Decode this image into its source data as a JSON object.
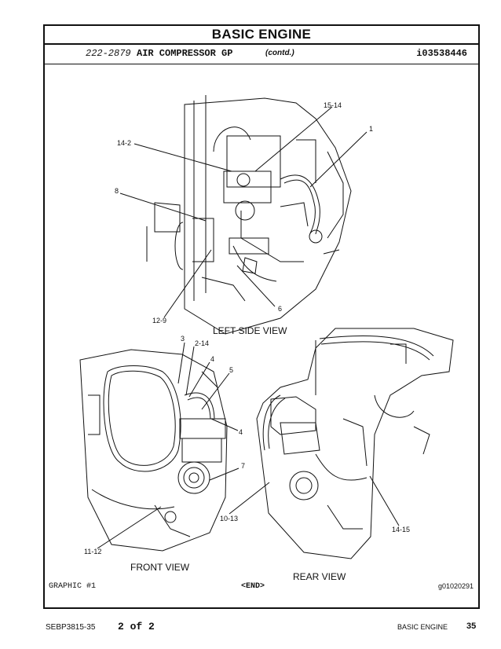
{
  "header": {
    "title": "BASIC ENGINE",
    "part_number": "222-2879",
    "part_name": "AIR COMPRESSOR GP",
    "part_note": "(contd.)",
    "illustration_id": "i03538446"
  },
  "callouts": {
    "c15_14": "15-14",
    "c1": "1",
    "c14_2": "14-2",
    "c8": "8",
    "c6": "6",
    "c12_9": "12-9",
    "c3": "3",
    "c2_14": "2-14",
    "c4a": "4",
    "c5": "5",
    "c4b": "4",
    "c7": "7",
    "c10_13": "10-13",
    "c11_12": "11-12",
    "c14_15": "14-15"
  },
  "views": {
    "left_side": "LEFT SIDE VIEW",
    "front": "FRONT VIEW",
    "rear": "REAR VIEW"
  },
  "graphic": {
    "label": "GRAPHIC #1",
    "end": "<END>",
    "code": "g01020291"
  },
  "footer": {
    "doc": "SEBP3815-35",
    "page": "2 of 2",
    "section": "BASIC ENGINE",
    "page_number": "35"
  }
}
